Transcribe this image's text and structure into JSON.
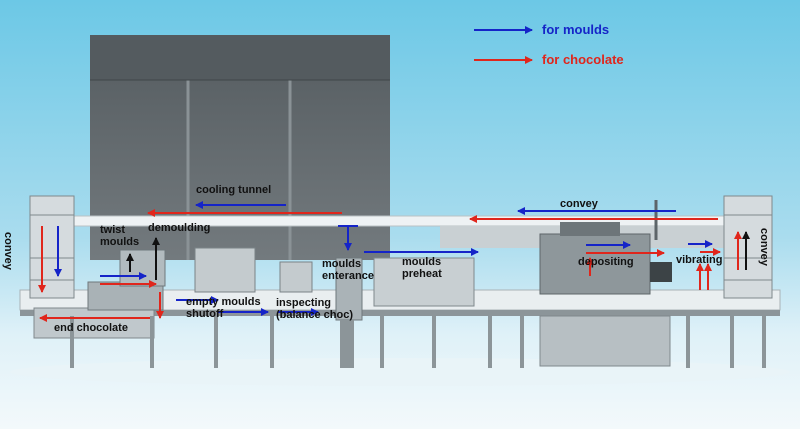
{
  "colors": {
    "moulds": "#1524c8",
    "chocolate": "#e0261c",
    "neutral": "#111111"
  },
  "legend": [
    {
      "label": "for moulds",
      "color": "#1524c8"
    },
    {
      "label": "for chocolate",
      "color": "#e0261c"
    }
  ],
  "labels": {
    "cooling_tunnel": "cooling tunnel",
    "convey_right": "convey",
    "convey_left": "convey",
    "convey_vertical": "convey",
    "twist_moulds": "twist\nmoulds",
    "demoulding": "demoulding",
    "moulds_enterance": "moulds\nenterance",
    "moulds_preheat": "moulds\npreheat",
    "depositing": "depositing",
    "vibrating": "vibrating",
    "empty_moulds_shutoff": "empty moulds\nshutoff",
    "inspecting": "inspecting\n(balance choc)",
    "end_chocolate": "end chocolate"
  }
}
